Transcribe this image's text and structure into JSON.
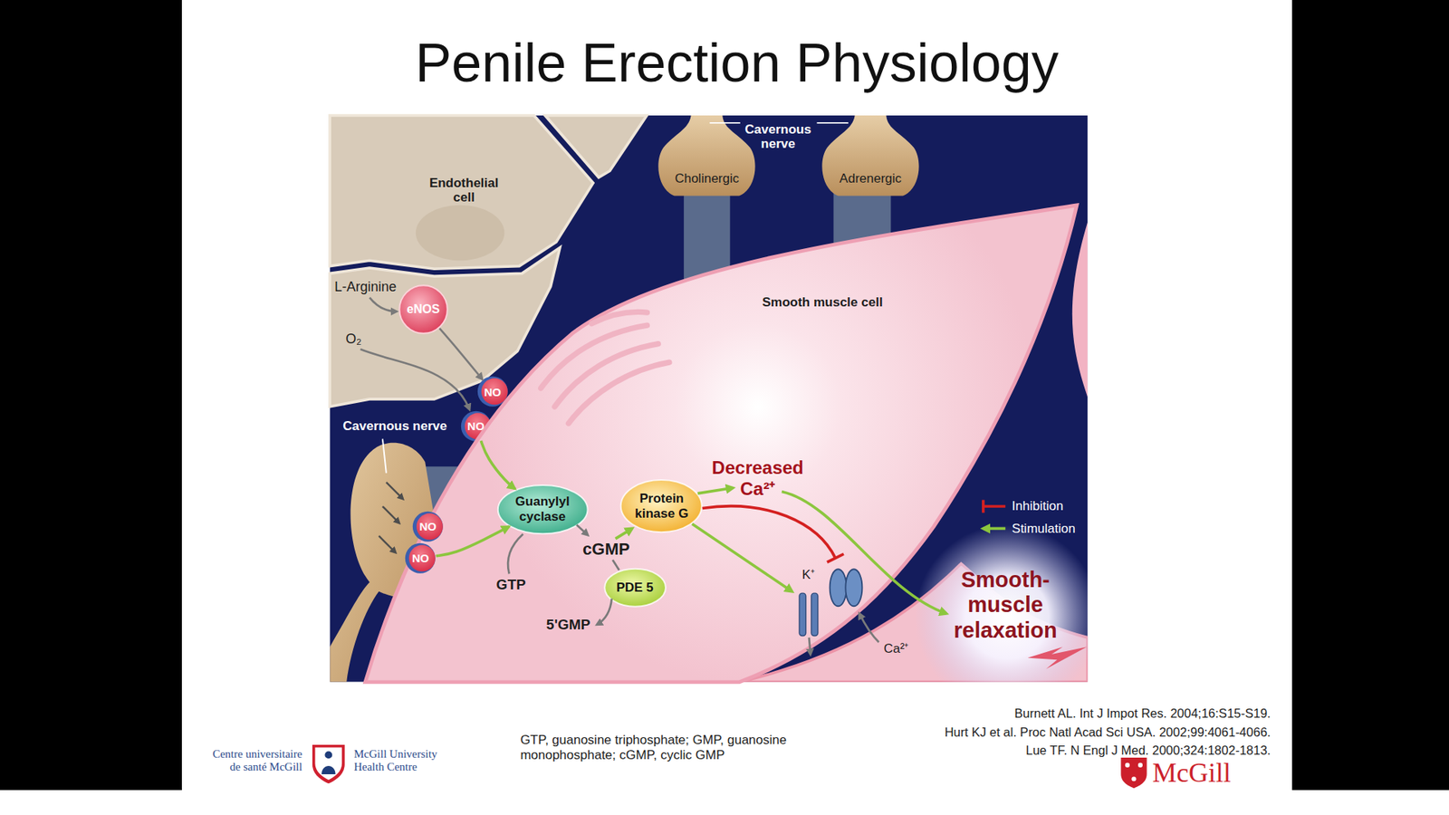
{
  "diagram": {
    "title": "Penile Erection Physiology",
    "nodes": [
      {
        "text": [
          "Endothelial cell"
        ]
      },
      {
        "text": [
          "Cholinergic"
        ]
      },
      {
        "text": [
          "Adrenergic"
        ]
      },
      {
        "text": [
          "eNOS"
        ],
        "in": 0
      },
      {
        "text": [
          "NO"
        ]
      },
      {
        "text": [
          "NO"
        ]
      },
      {
        "text": [
          "Smooth muscle cell"
        ]
      },
      {
        "text": [
          "Guanylyl cyclase"
        ],
        "in": 6
      },
      {
        "text": [
          "Protein kinase G"
        ],
        "in": 6
      },
      {
        "text": [
          "PDE 5"
        ],
        "in": 6
      },
      {
        "text": [
          "NO"
        ]
      },
      {
        "text": [
          "NO"
        ]
      }
    ],
    "edges": [
      {
        "from": 3,
        "to": 4,
        "arrow": "to"
      },
      {
        "from": 5,
        "to": 7,
        "arrow": "to"
      },
      {
        "from": 11,
        "to": 7,
        "arrow": "to"
      }
    ],
    "labels": [
      "Cavernous nerve",
      "L-Arginine",
      "O₂",
      "Cavernous nerve",
      "GTP",
      "cGMP",
      "5'GMP",
      "Decreased Ca²⁺",
      "K⁺",
      "Ca²⁺",
      "Smooth-muscle relaxation",
      "Centre universitaire de santé McGill",
      "McGill University Health Centre",
      "GTP, guanosine triphosphate; GMP, guanosine monophosphate; cGMP, cyclic GMP",
      "Burnett AL. Int J Impot Res. 2004;16:S15-S19.",
      "Hurt KJ et al. Proc Natl Acad Sci USA. 2002;99:4061-4066.",
      "Lue TF. N Engl J Med. 2000;324:1802-1813.",
      "McGill"
    ],
    "legend": [
      {
        "text": "Inhibition"
      },
      {
        "text": "Stimulation"
      }
    ]
  }
}
